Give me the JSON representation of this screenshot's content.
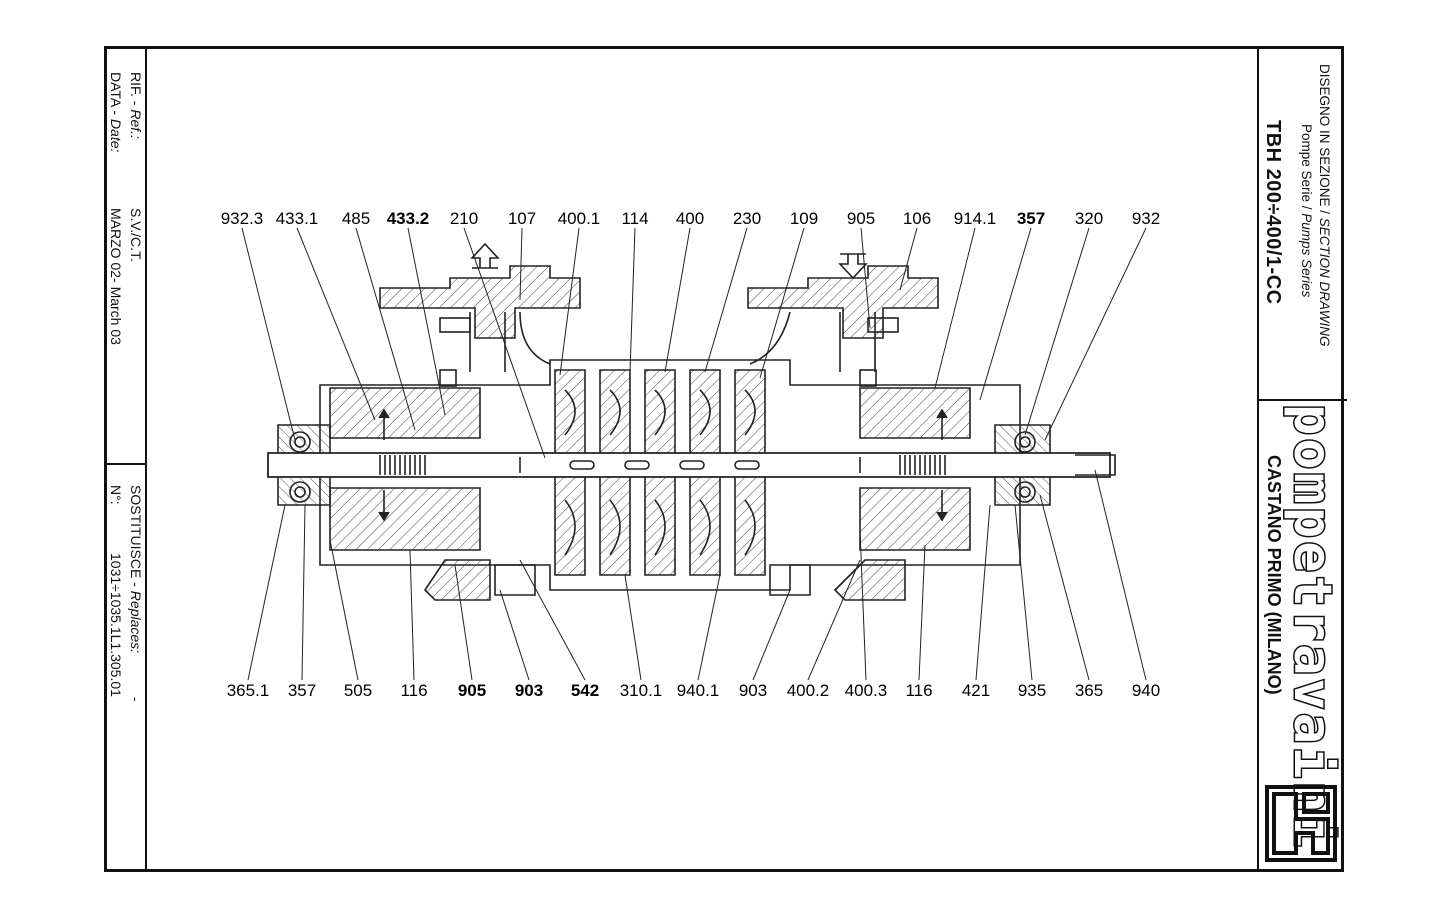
{
  "title_block": {
    "heading_it": "DISEGNO IN SEZIONE / ",
    "heading_en": "SECTION DRAWING",
    "series_it": "Pompe Serie / ",
    "series_en": "Pumps Series",
    "model_code": "TBH 200÷400/1-CC",
    "brand": "pompetravaini",
    "city": "CASTANO PRIMO  (MILANO)"
  },
  "info_block": {
    "rif_label": "RIF. - ",
    "rif_label_en": "Ref.:",
    "rif_value": "S.V./C.T.",
    "data_label": "DATA - ",
    "data_label_en": "Date:",
    "data_value": "MARZO 02- March 03",
    "sost_label": "SOSTITUISCE - ",
    "sost_label_en": "Replaces:",
    "sost_value": "-",
    "n_label": "N°:",
    "n_value": "1031÷1035.1L1.305.01"
  },
  "part_labels_top": [
    "932.3",
    "433.1",
    "485",
    "433.2",
    "210",
    "107",
    "400.1",
    "114",
    "400",
    "230",
    "109",
    "905",
    "106",
    "914.1",
    "357",
    "320",
    "932"
  ],
  "part_labels_bottom": [
    "365.1",
    "357",
    "505",
    "116",
    "905",
    "903",
    "542",
    "310.1",
    "940.1",
    "903",
    "400.2",
    "400.3",
    "116",
    "421",
    "935",
    "365",
    "940"
  ],
  "bold_labels": [
    "433.2",
    "357",
    "905",
    "903",
    "542"
  ],
  "colors": {
    "ink": "#111111",
    "paper": "#ffffff"
  },
  "icons": [
    "flow-out-arrow-icon",
    "flow-in-arrow-icon",
    "logo-tt-icon"
  ]
}
